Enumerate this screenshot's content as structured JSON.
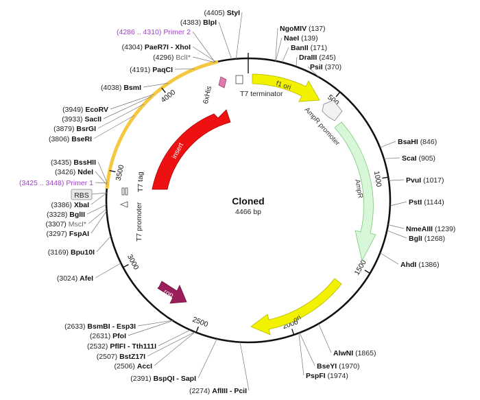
{
  "plasmid": {
    "name": "Cloned",
    "size_label": "4466 bp",
    "length": 4466
  },
  "colors": {
    "backbone": "#111111",
    "insert": "#ee1111",
    "f1_ori": "#f2f200",
    "ori": "#f2f200",
    "ampr": "#d8f7d8",
    "ampr_promoter": "#f2f2f2",
    "rop": "#9b1f5a",
    "primer_region": "#f5c842",
    "his_tag": "#e07bb0",
    "primer_label": "#a040c8"
  },
  "ticks": [
    {
      "label": "500",
      "pos": 500
    },
    {
      "label": "1000",
      "pos": 1000
    },
    {
      "label": "1500",
      "pos": 1500
    },
    {
      "label": "2000",
      "pos": 2000
    },
    {
      "label": "2500",
      "pos": 2500
    },
    {
      "label": "3000",
      "pos": 3000
    },
    {
      "label": "3500",
      "pos": 3500
    },
    {
      "label": "4000",
      "pos": 4000
    }
  ],
  "sites_right": [
    {
      "name": "NgoMIV",
      "pos": "(137)"
    },
    {
      "name": "NaeI",
      "pos": "(139)"
    },
    {
      "name": "BanII",
      "pos": "(171)"
    },
    {
      "name": "DraIII",
      "pos": "(245)"
    },
    {
      "name": "PsiI",
      "pos": "(370)"
    },
    {
      "name": "BsaHI",
      "pos": "(846)"
    },
    {
      "name": "ScaI",
      "pos": "(905)"
    },
    {
      "name": "PvuI",
      "pos": "(1017)"
    },
    {
      "name": "PstI",
      "pos": "(1144)"
    },
    {
      "name": "NmeAIII",
      "pos": "(1239)"
    },
    {
      "name": "BglI",
      "pos": "(1268)"
    },
    {
      "name": "AhdI",
      "pos": "(1386)"
    },
    {
      "name": "AlwNI",
      "pos": "(1865)"
    },
    {
      "name": "BseYI",
      "pos": "(1970)"
    },
    {
      "name": "PspFI",
      "pos": "(1974)"
    }
  ],
  "sites_left": [
    {
      "name": "StyI",
      "pos": "(4405)"
    },
    {
      "name": "BlpI",
      "pos": "(4383)"
    },
    {
      "name": "PaeR7I - XhoI",
      "pos": "(4304)"
    },
    {
      "name": "BclI",
      "pos": "(4296)",
      "star": "*"
    },
    {
      "name": "PaqCI",
      "pos": "(4191)"
    },
    {
      "name": "BsmI",
      "pos": "(4038)"
    },
    {
      "name": "EcoRV",
      "pos": "(3949)"
    },
    {
      "name": "SacII",
      "pos": "(3933)"
    },
    {
      "name": "BsrGI",
      "pos": "(3879)"
    },
    {
      "name": "BseRI",
      "pos": "(3806)"
    },
    {
      "name": "BssHII",
      "pos": "(3435)"
    },
    {
      "name": "NdeI",
      "pos": "(3426)"
    },
    {
      "name": "XbaI",
      "pos": "(3386)"
    },
    {
      "name": "BglII",
      "pos": "(3328)"
    },
    {
      "name": "MscI",
      "pos": "(3307)",
      "star": "*"
    },
    {
      "name": "FspAI",
      "pos": "(3297)"
    },
    {
      "name": "Bpu10I",
      "pos": "(3169)"
    },
    {
      "name": "AfeI",
      "pos": "(3024)"
    },
    {
      "name": "BsmBI - Esp3I",
      "pos": "(2633)"
    },
    {
      "name": "PfoI",
      "pos": "(2631)"
    },
    {
      "name": "PflFI - Tth111I",
      "pos": "(2532)"
    },
    {
      "name": "BstZ17I",
      "pos": "(2507)"
    },
    {
      "name": "AccI",
      "pos": "(2506)"
    },
    {
      "name": "BspQI - SapI",
      "pos": "(2391)"
    },
    {
      "name": "AflIII - PciI",
      "pos": "(2274)"
    }
  ],
  "primers": [
    {
      "range": "(4286 .. 4310)",
      "name": "Primer 2"
    },
    {
      "range": "(3425 .. 3448)",
      "name": "Primer 1"
    }
  ],
  "features": {
    "f1_ori": "f1 ori",
    "ampr_promoter": "AmpR promoter",
    "ampr": "AmpR",
    "ori": "ori",
    "rop": "rop",
    "insert": "insert",
    "his": "6xHis",
    "t7_terminator": "T7 terminator",
    "t7_tag": "T7 tag",
    "t7_promoter": "T7 promoter",
    "rbs": "RBS"
  }
}
